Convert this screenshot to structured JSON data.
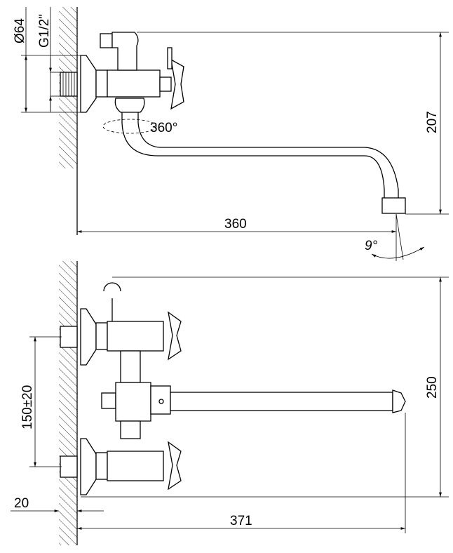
{
  "title": "Wall-mounted bath mixer dimension drawing",
  "top_view": {
    "flange_diameter": "Ø64",
    "thread": "G1/2\"",
    "swivel_angle": "360°",
    "height": "207",
    "reach": "360",
    "tilt_angle": "9°"
  },
  "front_view": {
    "height": "250",
    "center_distance": "150±20",
    "offset": "20",
    "reach": "371"
  }
}
